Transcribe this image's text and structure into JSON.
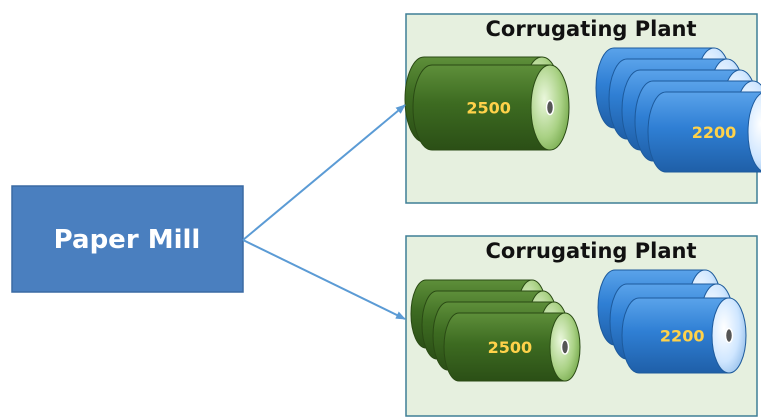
{
  "paper_mill": {
    "label": "Paper Mill",
    "fill": "#4a7fbf",
    "stroke": "#3a6aa3"
  },
  "arrow_color": "#5b9bd5",
  "plants": [
    {
      "title": "Corrugating Plant",
      "background": "#e6f0df",
      "green_rolls": {
        "count": 2,
        "label": "2500"
      },
      "blue_rolls": {
        "count": 5,
        "label": "2200"
      }
    },
    {
      "title": "Corrugating Plant",
      "background": "#e6f0df",
      "green_rolls": {
        "count": 4,
        "label": "2500"
      },
      "blue_rolls": {
        "count": 3,
        "label": "2200"
      }
    }
  ],
  "colors": {
    "green_roll": "#3d6b21",
    "green_roll_light": "#8fbf66",
    "blue_roll": "#2f7fd4",
    "blue_roll_light": "#bcdcff",
    "roll_label": "#ffd24a"
  }
}
